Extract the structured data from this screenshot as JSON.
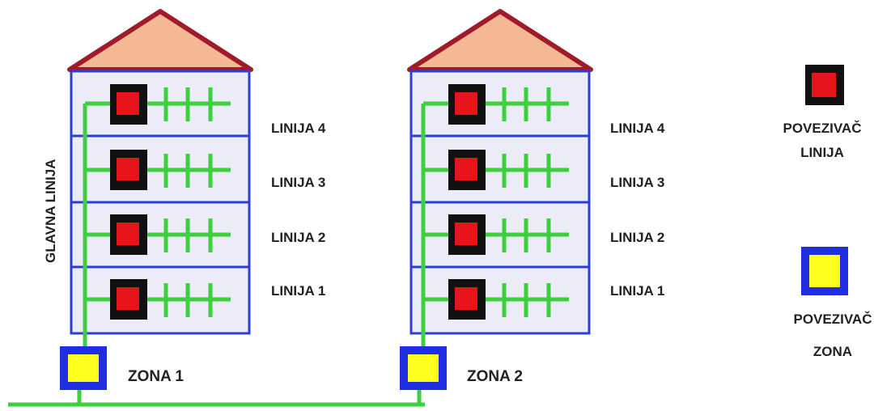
{
  "colors": {
    "roof_fill": "#f5b895",
    "roof_stroke": "#a01b2a",
    "floor_fill": "#ececf8",
    "floor_stroke": "#2a3fd6",
    "bus_line": "#3ecf3e",
    "line_coupler_outer": "#111111",
    "line_coupler_inner": "#e8141b",
    "zone_coupler_outer": "#1e2ee0",
    "zone_coupler_inner": "#ffff1e"
  },
  "main_line_label": "GLAVNA LINIJA",
  "buildings": [
    {
      "zone_label": "ZONA 1",
      "line_labels": [
        "LINIJA 4",
        "LINIJA 3",
        "LINIJA 2",
        "LINIJA 1"
      ]
    },
    {
      "zone_label": "ZONA 2",
      "line_labels": [
        "LINIJA 4",
        "LINIJA 3",
        "LINIJA 2",
        "LINIJA 1"
      ]
    }
  ],
  "legend": {
    "line_coupler": {
      "icon": "line-coupler-icon",
      "label_1": "POVEZIVAČ",
      "label_2": "LINIJA"
    },
    "zone_coupler": {
      "icon": "zone-coupler-icon",
      "label_1": "POVEZIVAČ",
      "label_2": "ZONA"
    }
  }
}
